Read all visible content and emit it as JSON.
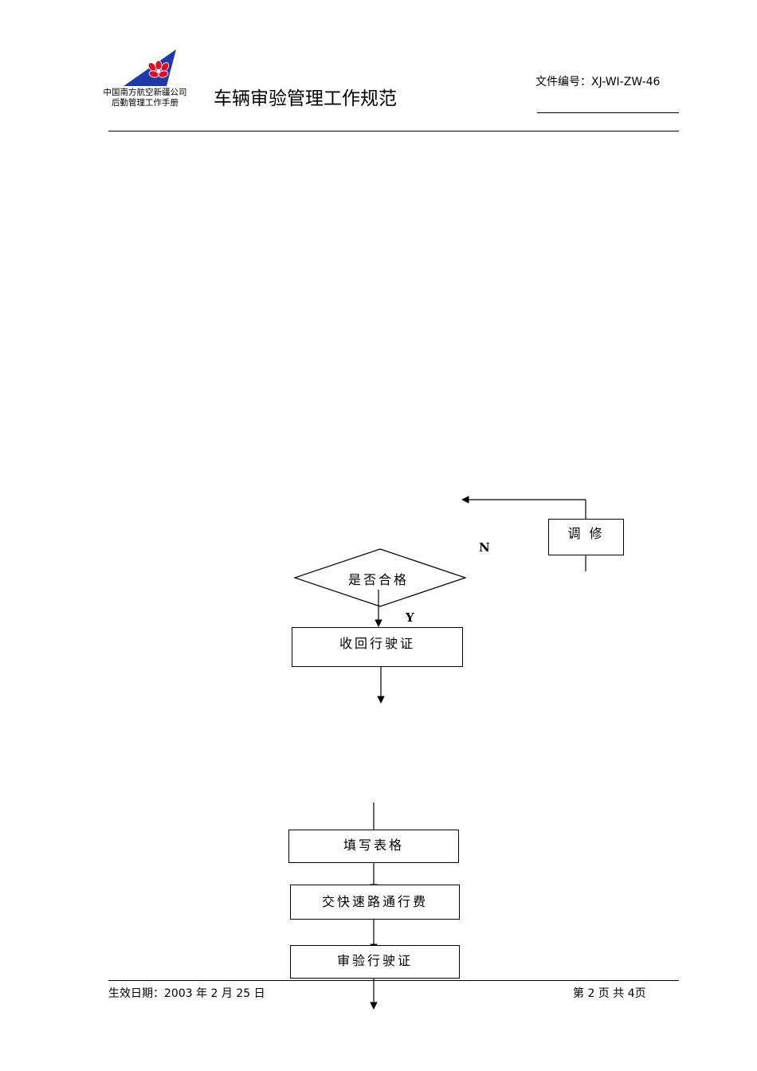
{
  "header": {
    "logo_icon": "china-southern-kapok-logo-icon",
    "company_line1": "中国南方航空新疆公司",
    "company_line2": "后勤管理工作手册",
    "title": "车辆审验管理工作规范",
    "doc_number": "文件编号：XJ-WI-ZW-46"
  },
  "flowchart": {
    "decision": "是否合格",
    "no_label": "N",
    "yes_label": "Y",
    "repair": "调 修",
    "collect_license": "收回行驶证",
    "fill_form": "填写表格",
    "pay_fee": "交快速路通行费",
    "inspect_license": "审验行驶证"
  },
  "footer": {
    "effective_date": "生效日期：2003 年 2 月 25 日",
    "page_info": "第 2 页 共 4页"
  },
  "colors": {
    "logo_blue": "#1f3aa8",
    "logo_red": "#d8102a",
    "ink": "#000000"
  }
}
